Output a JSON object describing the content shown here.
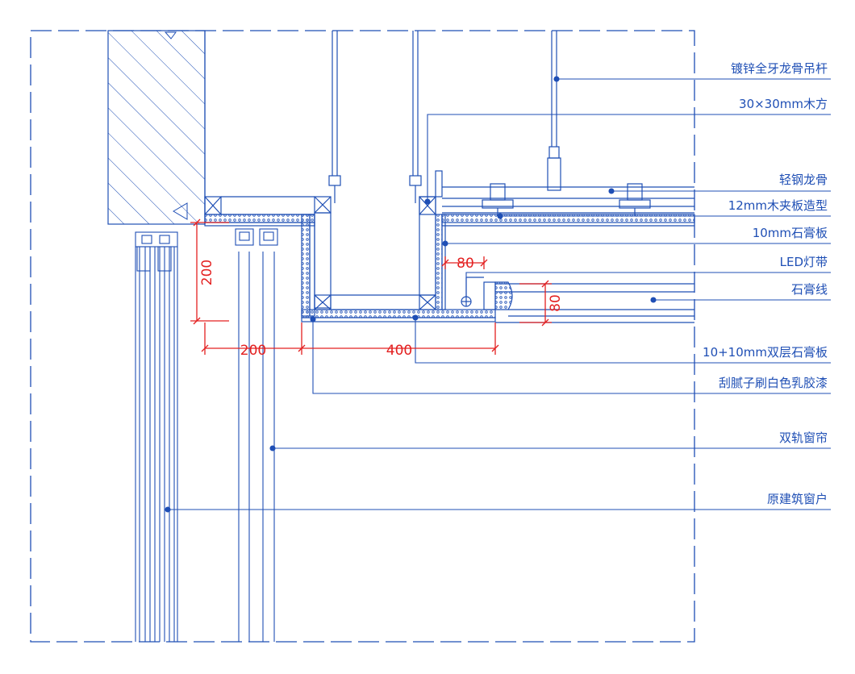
{
  "colors": {
    "line": "#1f4fb5",
    "dimension": "#e32020",
    "background": "#ffffff"
  },
  "labels": {
    "hanger_rod": "镀锌全牙龙骨吊杆",
    "wood_batten": "30×30mm木方",
    "light_steel_keel": "轻钢龙骨",
    "plywood": "12mm木夹板造型",
    "gypsum_board": "10mm石膏板",
    "led_strip": "LED灯带",
    "gypsum_moulding": "石膏线",
    "double_gypsum": "10+10mm双层石膏板",
    "paint": "刮腻子刷白色乳胶漆",
    "curtain": "双轨窗帘",
    "window": "原建筑窗户"
  },
  "dimensions": {
    "curtain_box_depth": "200",
    "curtain_box_width": "200",
    "ceiling_drop_width": "400",
    "led_offset": "80",
    "moulding_height": "80"
  }
}
